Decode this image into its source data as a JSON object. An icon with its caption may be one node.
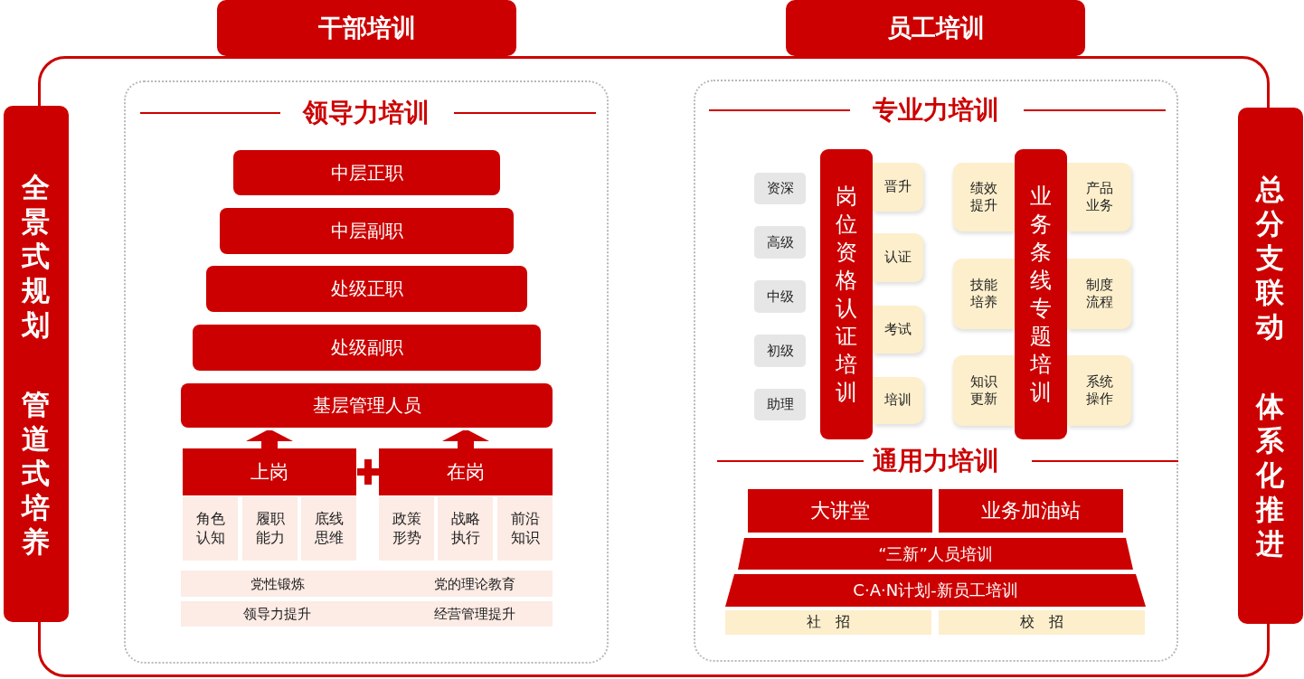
{
  "diagram": {
    "nodes": [
      {
        "text": [
          "干部培训"
        ]
      },
      {
        "text": [
          "员工培训"
        ]
      },
      {
        "text": [
          "全景式规划",
          "管道式培养"
        ]
      },
      {
        "text": [
          "领导力培训"
        ]
      },
      {
        "text": [
          "中层正职"
        ],
        "in": 3
      },
      {
        "text": [
          "中层副职"
        ],
        "in": 3
      },
      {
        "text": [
          "处级正职"
        ],
        "in": 3
      },
      {
        "text": [
          "处级副职"
        ],
        "in": 3
      },
      {
        "text": [
          "基层管理人员"
        ],
        "in": 3
      },
      {
        "text": [
          "上岗"
        ],
        "in": 3
      },
      {
        "text": [
          "在岗"
        ],
        "in": 3
      },
      {
        "text": [
          "角色认知"
        ],
        "in": 3
      },
      {
        "text": [
          "履职能力"
        ],
        "in": 3
      },
      {
        "text": [
          "底线思维"
        ],
        "in": 3
      },
      {
        "text": [
          "政策形势"
        ],
        "in": 3
      },
      {
        "text": [
          "战略执行"
        ],
        "in": 3
      },
      {
        "text": [
          "前沿知识"
        ],
        "in": 3
      },
      {
        "text": [
          "党性锻炼",
          "党的理论教育"
        ],
        "in": 3
      },
      {
        "text": [
          "领导力提升",
          "经营管理提升"
        ],
        "in": 3
      },
      {
        "text": [
          "专业力培训",
          "通用力培训"
        ]
      },
      {
        "text": [
          "资深"
        ],
        "in": 19
      },
      {
        "text": [
          "高级"
        ],
        "in": 19
      },
      {
        "text": [
          "中级"
        ],
        "in": 19
      },
      {
        "text": [
          "初级"
        ],
        "in": 19
      },
      {
        "text": [
          "助理"
        ],
        "in": 19
      },
      {
        "text": [
          "岗位资格认证培训"
        ],
        "in": 19
      },
      {
        "text": [
          "晋升"
        ],
        "in": 19
      },
      {
        "text": [
          "认证"
        ],
        "in": 19
      },
      {
        "text": [
          "考试"
        ],
        "in": 19
      },
      {
        "text": [
          "培训"
        ],
        "in": 19
      },
      {
        "text": [
          "绩效提升"
        ],
        "in": 19
      },
      {
        "text": [
          "技能培养"
        ],
        "in": 19
      },
      {
        "text": [
          "知识更新"
        ],
        "in": 19
      },
      {
        "text": [
          "业务条线专题培训"
        ],
        "in": 19
      },
      {
        "text": [
          "产品业务"
        ],
        "in": 19
      },
      {
        "text": [
          "制度流程"
        ],
        "in": 19
      },
      {
        "text": [
          "系统操作"
        ],
        "in": 19
      },
      {
        "text": [
          "大讲堂"
        ],
        "in": 19
      },
      {
        "text": [
          "业务加油站"
        ],
        "in": 19
      },
      {
        "text": [
          "“三新”人员培训"
        ],
        "in": 19
      },
      {
        "text": [
          "C·A·N计划-新员工培训"
        ],
        "in": 19
      },
      {
        "text": [
          "社　招"
        ],
        "in": 19
      },
      {
        "text": [
          "校　招"
        ],
        "in": 19
      },
      {
        "text": [
          "总分支联动",
          "体系化推进"
        ]
      }
    ],
    "edges": [
      {
        "from": 9,
        "to": 8,
        "arrow": "to"
      },
      {
        "from": 10,
        "to": 8,
        "arrow": "to"
      }
    ]
  }
}
